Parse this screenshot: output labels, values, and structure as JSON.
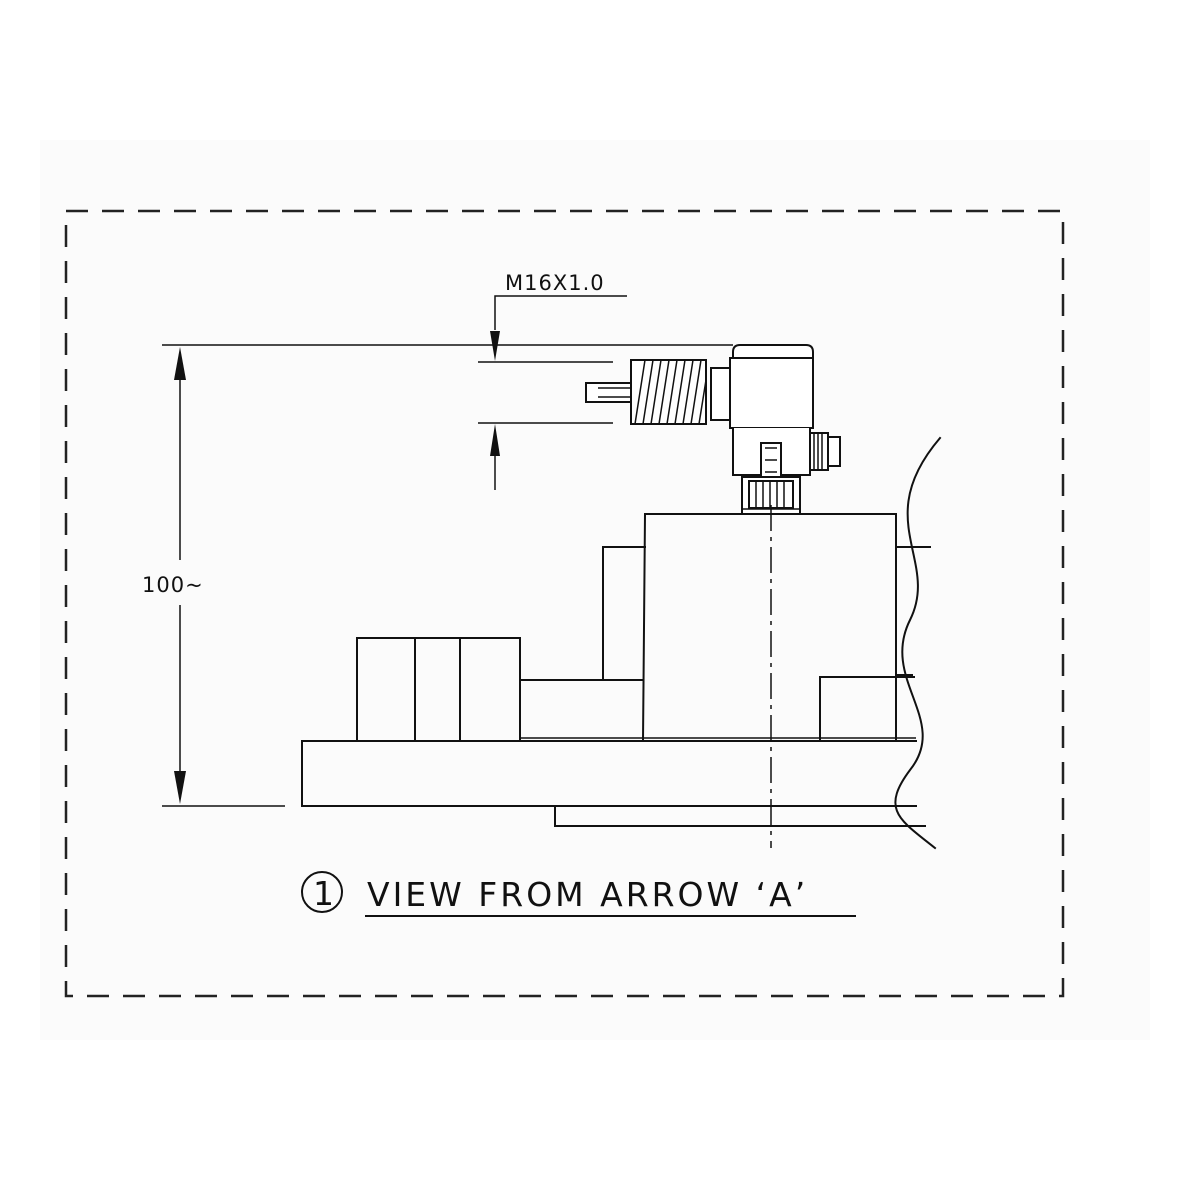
{
  "drawing": {
    "view_number": "1",
    "view_title": "VIEW FROM ARROW ‘A’",
    "dimensions": {
      "thread_label": "M16X1.0",
      "height_label": "100~"
    }
  }
}
